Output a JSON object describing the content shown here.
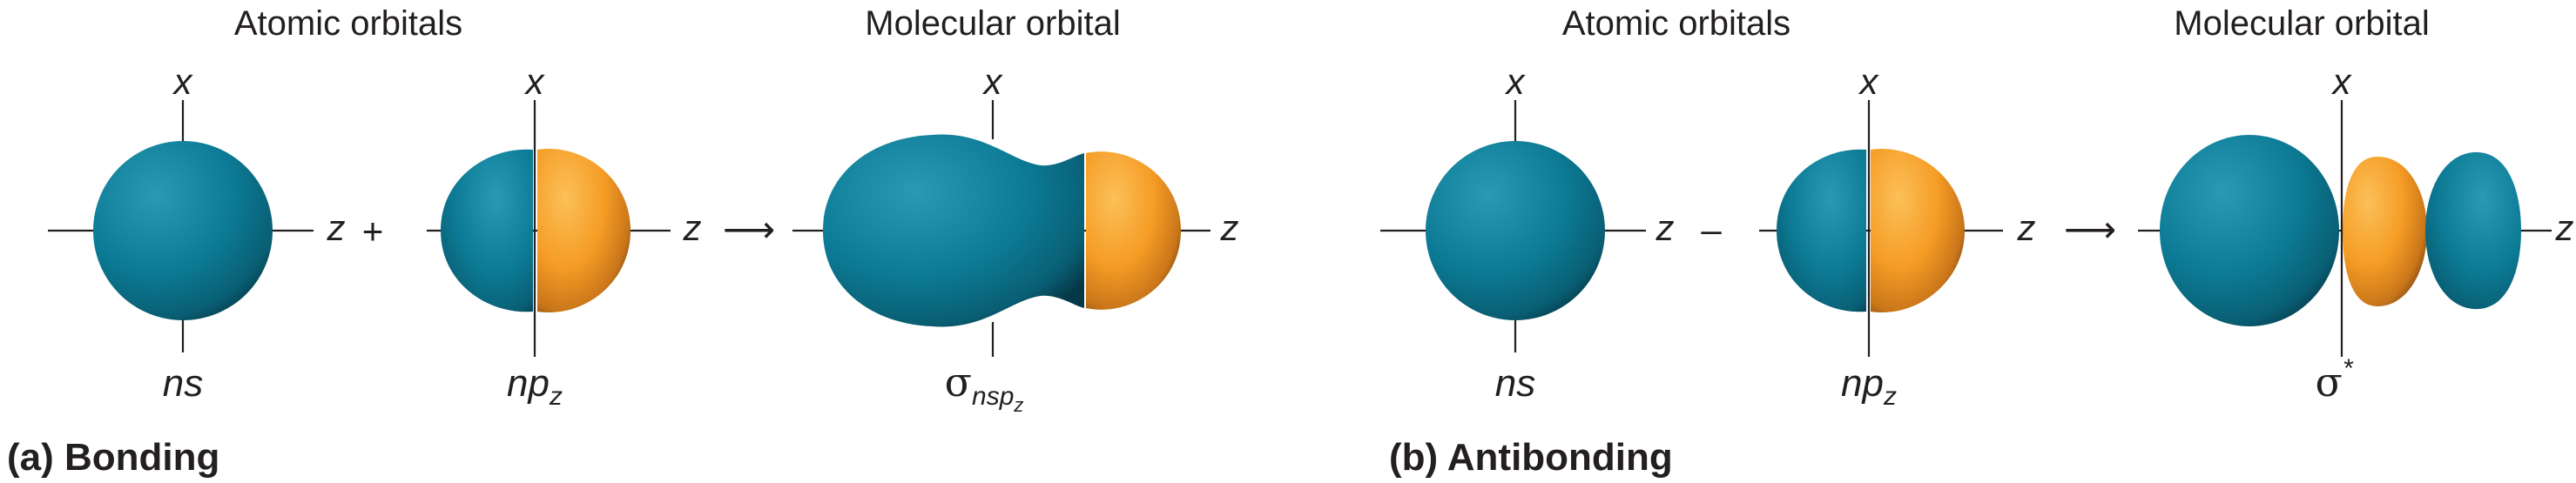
{
  "bonding": {
    "heading_atomic": "Atomic orbitals",
    "heading_molecular": "Molecular orbital",
    "axis_x": "x",
    "axis_z": "z",
    "plus": "+",
    "arrow": "⟶",
    "ns_label": "ns",
    "np_label": "np",
    "np_sub": "z",
    "sigma": "σ",
    "sigma_sub": "nsp",
    "sigma_subsub": "z",
    "panel_label": "(a) Bonding"
  },
  "antibonding": {
    "heading_atomic": "Atomic orbitals",
    "heading_molecular": "Molecular orbital",
    "axis_x": "x",
    "axis_z": "z",
    "minus": "–",
    "arrow": "⟶",
    "ns_label": "ns",
    "np_label": "np",
    "np_sub": "z",
    "sigma": "σ",
    "sigma_sup": "*",
    "panel_label": "(b) Antibonding"
  },
  "colors": {
    "blue_lobe": "#0e7c96",
    "orange_lobe": "#f6a02a",
    "text": "#231f20"
  }
}
